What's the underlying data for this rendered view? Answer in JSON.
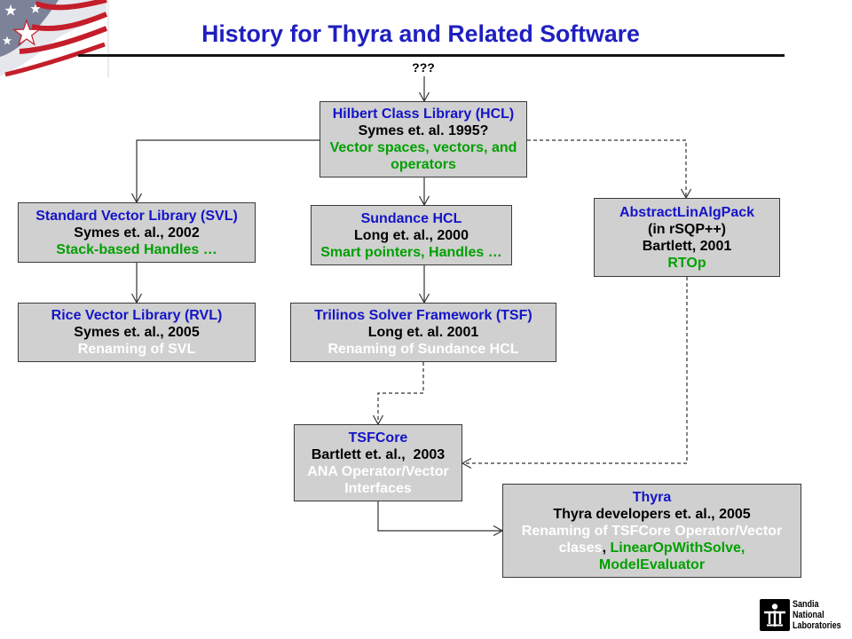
{
  "slide": {
    "title": "History for Thyra and Related Software",
    "origin_label": "???"
  },
  "colors": {
    "title_blue": "#1f1fc0",
    "name_blue": "#1414c8",
    "author_black": "#000000",
    "note_green": "#00a000",
    "note_white": "#ffffff",
    "box_fill": "#d0d0d0",
    "box_border": "#3a3a3a",
    "rule": "#141414",
    "connector": "#333333"
  },
  "boxes": {
    "hcl": {
      "name": "Hilbert Class Library (HCL)",
      "author": "Symes et. al. 1995?",
      "notes": [
        "Vector spaces, vectors, and",
        "operators"
      ]
    },
    "svl": {
      "name": "Standard Vector Library (SVL)",
      "author": "Symes et. al., 2002",
      "notes": [
        "Stack-based Handles …"
      ]
    },
    "sundance": {
      "name": "Sundance HCL",
      "author": "Long et. al., 2000",
      "notes": [
        "Smart pointers, Handles …"
      ]
    },
    "abstractlinalgpack": {
      "name": "AbstractLinAlgPack",
      "context": "(in rSQP++)",
      "author": "Bartlett, 2001",
      "notes": [
        "RTOp"
      ]
    },
    "rvl": {
      "name": "Rice Vector Library (RVL)",
      "author": "Symes et. al., 2005",
      "notes": [
        "Renaming of SVL"
      ]
    },
    "tsf": {
      "name": "Trilinos Solver Framework (TSF)",
      "author": "Long et. al. 2001",
      "notes": [
        "Renaming of Sundance HCL"
      ]
    },
    "tsfcore": {
      "name": "TSFCore",
      "author": "Bartlett et. al.,  2003",
      "notes": [
        "ANA Operator/Vector",
        "Interfaces"
      ]
    },
    "thyra": {
      "name": "Thyra",
      "author": "Thyra developers et. al., 2005",
      "notes": [
        "Renaming of TSFCore Operator/Vector"
      ],
      "mixed_line": [
        "clases",
        ", ",
        "LinearOpWithSolve,"
      ],
      "notes_new": [
        "ModelEvaluator"
      ]
    }
  },
  "logo": {
    "lines": [
      "Sandia",
      "National",
      "Laboratories"
    ]
  }
}
